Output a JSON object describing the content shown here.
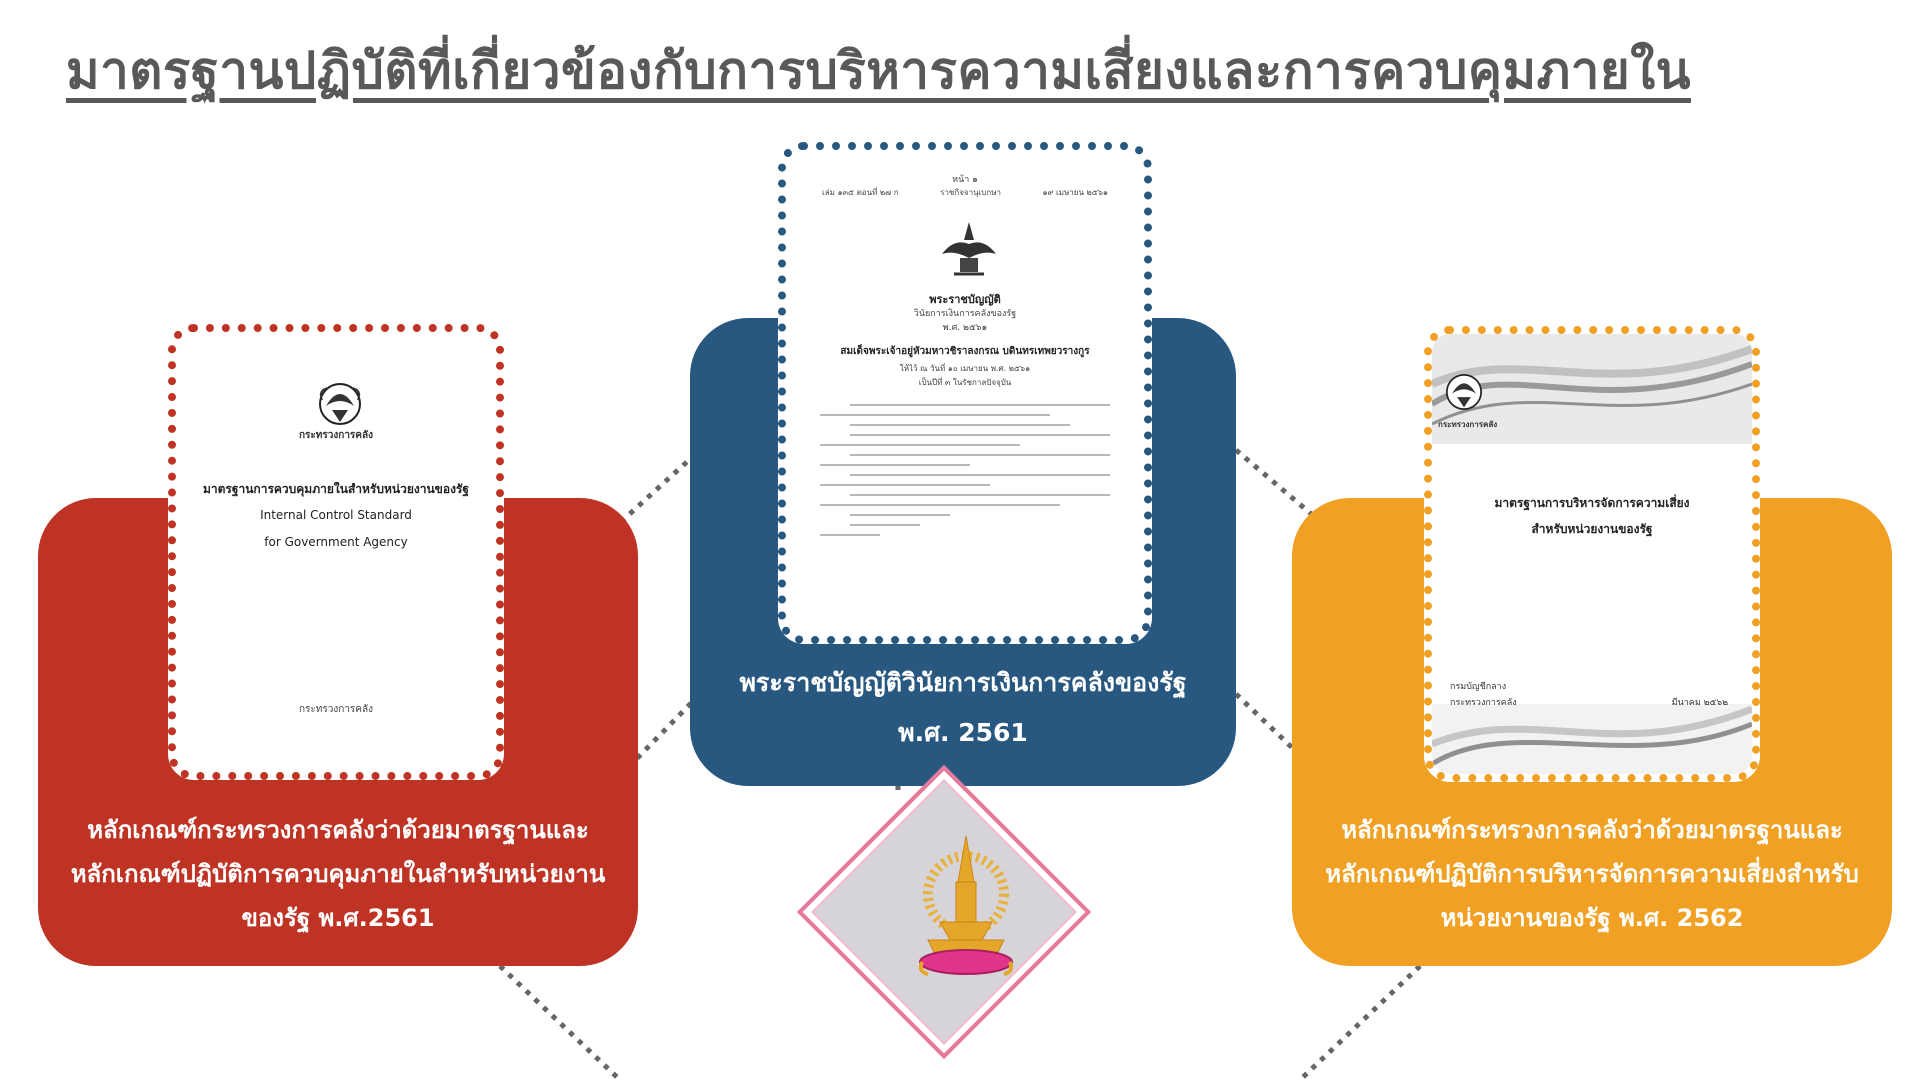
{
  "page": {
    "title": "มาตรฐานปฏิบัติที่เกี่ยวข้องกับการบริหารความเสี่ยงและการควบคุมภายใน"
  },
  "panels": {
    "left": {
      "caption": "หลักเกณฑ์กระทรวงการคลังว่าด้วยมาตรฐานและ\nหลักเกณฑ์ปฏิบัติการควบคุมภายในสำหรับหน่วยงาน\nของรัฐ พ.ศ.2561",
      "color": "#bf3324"
    },
    "center": {
      "caption": "พระราชบัญญัติวินัยการเงินการคลังของรัฐ\nพ.ศ. 2561",
      "color": "#28577f"
    },
    "right": {
      "caption": "หลักเกณฑ์กระทรวงการคลังว่าด้วยมาตรฐานและ\nหลักเกณฑ์ปฏิบัติการบริหารจัดการความเสี่ยงสำหรับ\nหน่วยงานของรัฐ พ.ศ. 2562",
      "color": "#f0a022"
    }
  },
  "documents": {
    "left": {
      "emblem_caption": "กระทรวงการคลัง",
      "heading": "มาตรฐานการควบคุมภายในสำหรับหน่วยงานของรัฐ",
      "english_line1": "Internal Control Standard",
      "english_line2": "for Government Agency",
      "footer": "กระทรวงการคลัง"
    },
    "center": {
      "page_no": "หน้า ๑",
      "header_left": "เล่ม ๑๓๕ ตอนที่ ๒๗ ก",
      "header_mid": "ราชกิจจานุเบกษา",
      "header_right": "๑๙ เมษายน ๒๕๖๑",
      "act_title": "พระราชบัญญัติ",
      "act_subtitle": "วินัยการเงินการคลังของรัฐ",
      "act_year": "พ.ศ. ๒๕๖๑",
      "king": "สมเด็จพระเจ้าอยู่หัวมหาวชิราลงกรณ บดินทรเทพยวรางกูร",
      "given": "ให้ไว้ ณ วันที่ ๑๐ เมษายน พ.ศ. ๒๕๖๑",
      "reign": "เป็นปีที่ ๓ ในรัชกาลปัจจุบัน"
    },
    "right": {
      "emblem_caption": "กระทรวงการคลัง",
      "heading_line1": "มาตรฐานการบริหารจัดการความเสี่ยง",
      "heading_line2": "สำหรับหน่วยงานของรัฐ",
      "footer_line1": "กรมบัญชีกลาง",
      "footer_line2": "กระทรวงการคลัง",
      "footer_date": "มีนาคม ๒๕๖๒"
    }
  }
}
